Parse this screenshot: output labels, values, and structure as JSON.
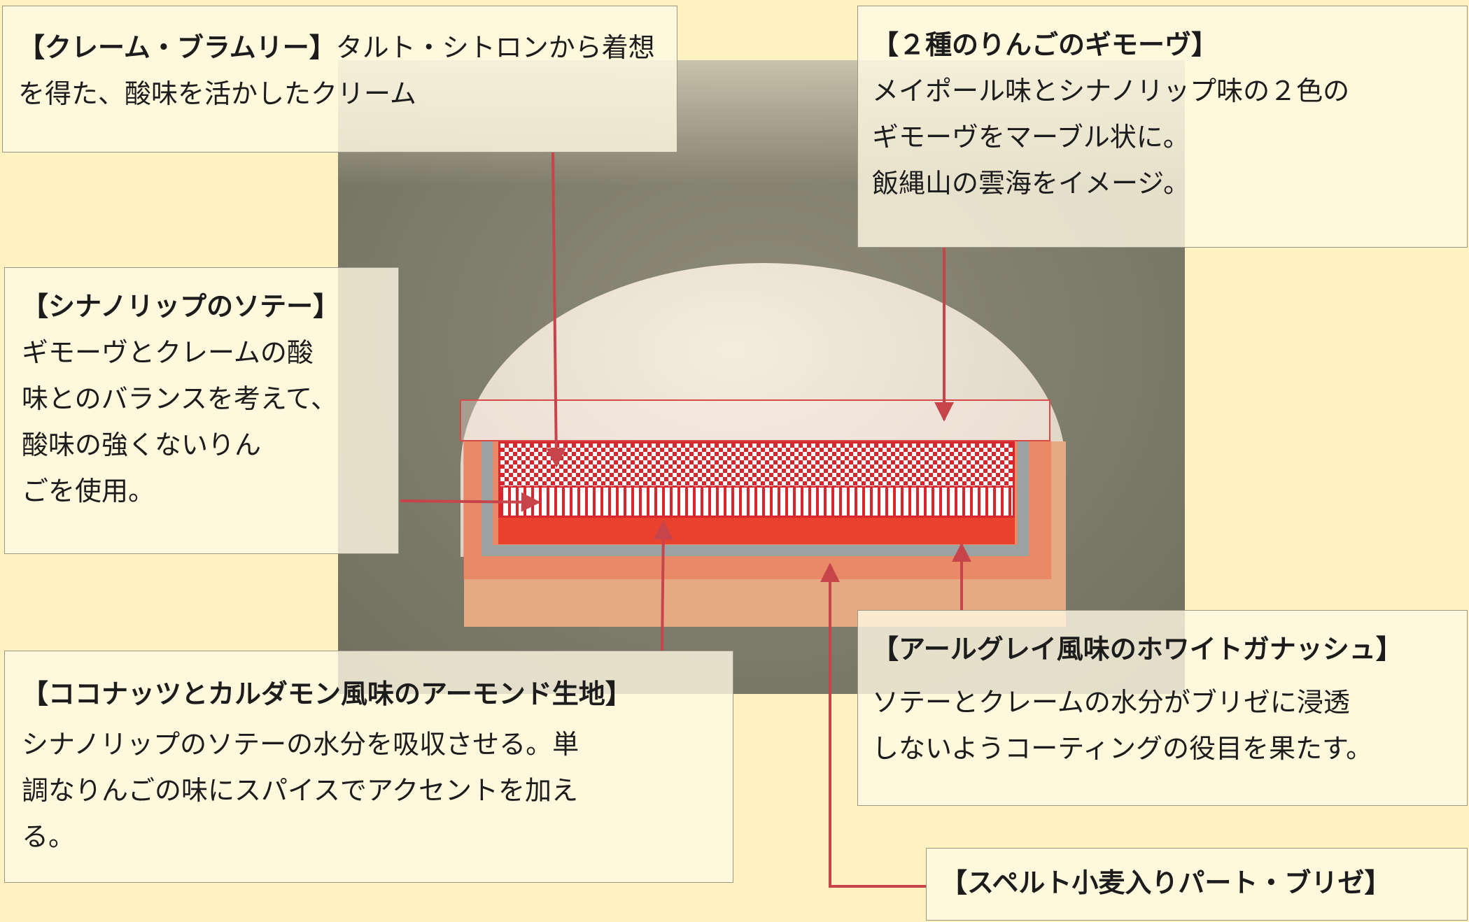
{
  "colors": {
    "background": "#fff1c0",
    "arrow": "#c8444b",
    "box": "#fffae4"
  },
  "labels": {
    "creme_brulee": {
      "title": "【クレーム・ブラムリー】",
      "desc": "タルト・シトロンから着想を得た、酸味を活かしたクリーム"
    },
    "guimauve": {
      "title": "【２種のりんごのギモーヴ】",
      "desc": "メイポール味とシナノリップ味の２色の\nギモーヴをマーブル状に。\n飯縄山の雲海をイメージ。"
    },
    "saute": {
      "title": "【シナノリップのソテー】",
      "desc": "ギモーヴとクレームの酸\n味とのバランスを考えて、\n酸味の強くないりん\nごを使用。"
    },
    "almond": {
      "title": "【ココナッツとカルダモン風味のアーモンド生地】",
      "desc": "シナノリップのソテーの水分を吸収させる。単\n調なりんごの味にスパイスでアクセントを加え\nる。"
    },
    "ganache": {
      "title": "【アールグレイ風味のホワイトガナッシュ】",
      "desc": "ソテーとクレームの水分がブリゼに浸透\nしないようコーティングの役目を果たす。"
    },
    "brisee": {
      "title": "【スペルト小麦入りパート・ブリゼ】"
    }
  }
}
